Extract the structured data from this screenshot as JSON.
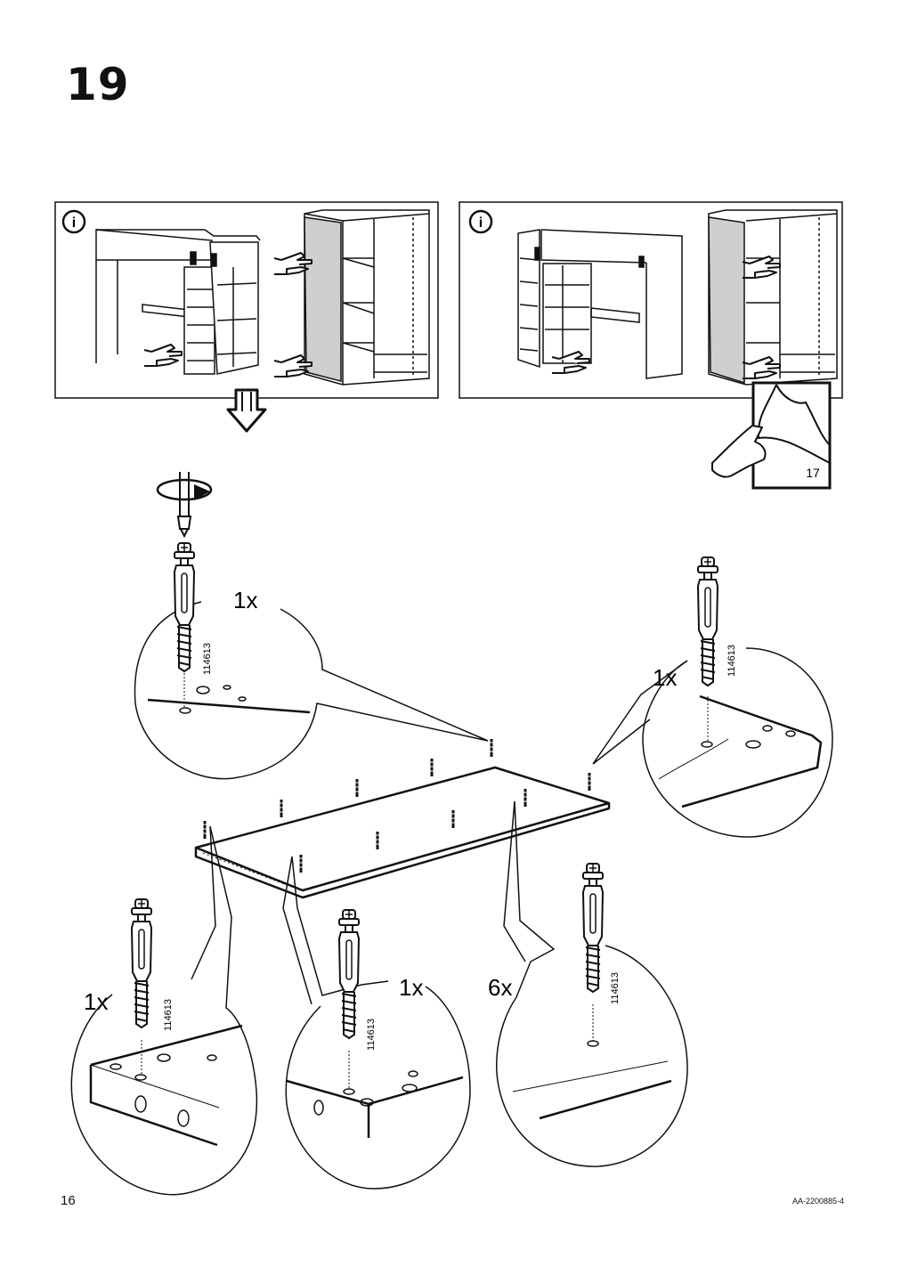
{
  "step": {
    "number": "19"
  },
  "info_panels": [
    {
      "icon": "info-icon",
      "label": "i"
    },
    {
      "icon": "info-icon",
      "label": "i"
    }
  ],
  "page_turn": {
    "icon": "page-turn-icon",
    "page_ref": "17"
  },
  "tool": {
    "icon": "screwdriver-rotate-icon"
  },
  "parts": {
    "part_number": "114613",
    "callouts": [
      {
        "id": "top-left",
        "qty": "1x"
      },
      {
        "id": "top-right",
        "qty": "1x"
      },
      {
        "id": "bottom-left",
        "qty": "1x"
      },
      {
        "id": "bottom-middle",
        "qty": "1x"
      },
      {
        "id": "bottom-right",
        "qty": "6x"
      }
    ]
  },
  "footer": {
    "page_number": "16",
    "document_code": "AA-2200885-4"
  }
}
